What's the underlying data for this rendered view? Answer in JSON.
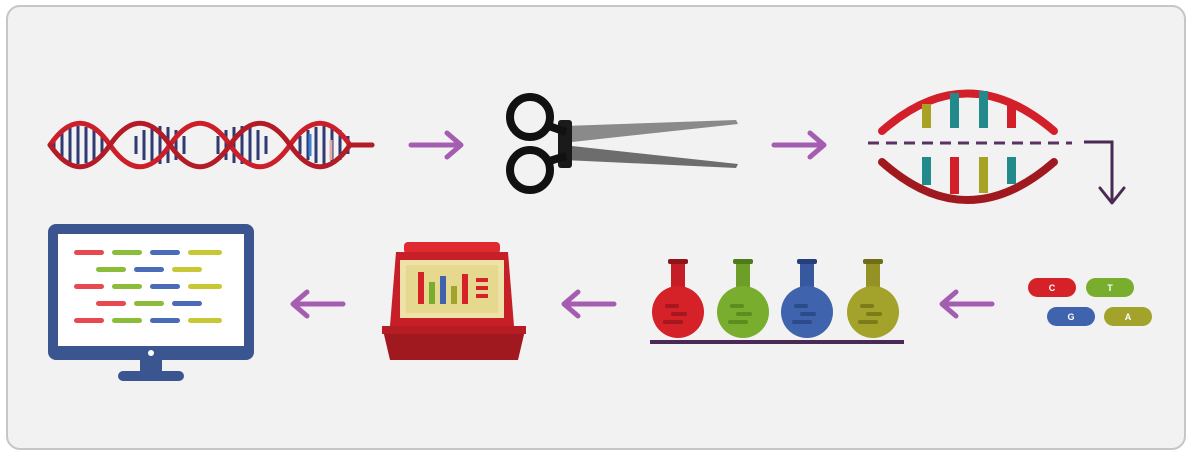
{
  "diagram": {
    "steps": [
      {
        "icon": "dna-double-helix-icon"
      },
      {
        "icon": "scissors-icon"
      },
      {
        "icon": "dna-strand-separation-icon"
      },
      {
        "icon": "nucleotide-bases-icon"
      },
      {
        "icon": "reaction-flasks-icon"
      },
      {
        "icon": "sequencing-machine-icon"
      },
      {
        "icon": "computer-monitor-icon"
      }
    ],
    "bases": [
      "C",
      "T",
      "G",
      "A"
    ],
    "colors": {
      "frame_background": "#f2f2f2",
      "frame_border": "#c6c6c6",
      "arrow": "#a55db1",
      "dna_red": "#cc1f2a",
      "dna_navy": "#2f3a72",
      "base_red": "#d52128",
      "base_green": "#78ad2e",
      "base_blue": "#3f63ad",
      "base_olive": "#a3a22a",
      "monitor_blue": "#3b5591"
    }
  }
}
